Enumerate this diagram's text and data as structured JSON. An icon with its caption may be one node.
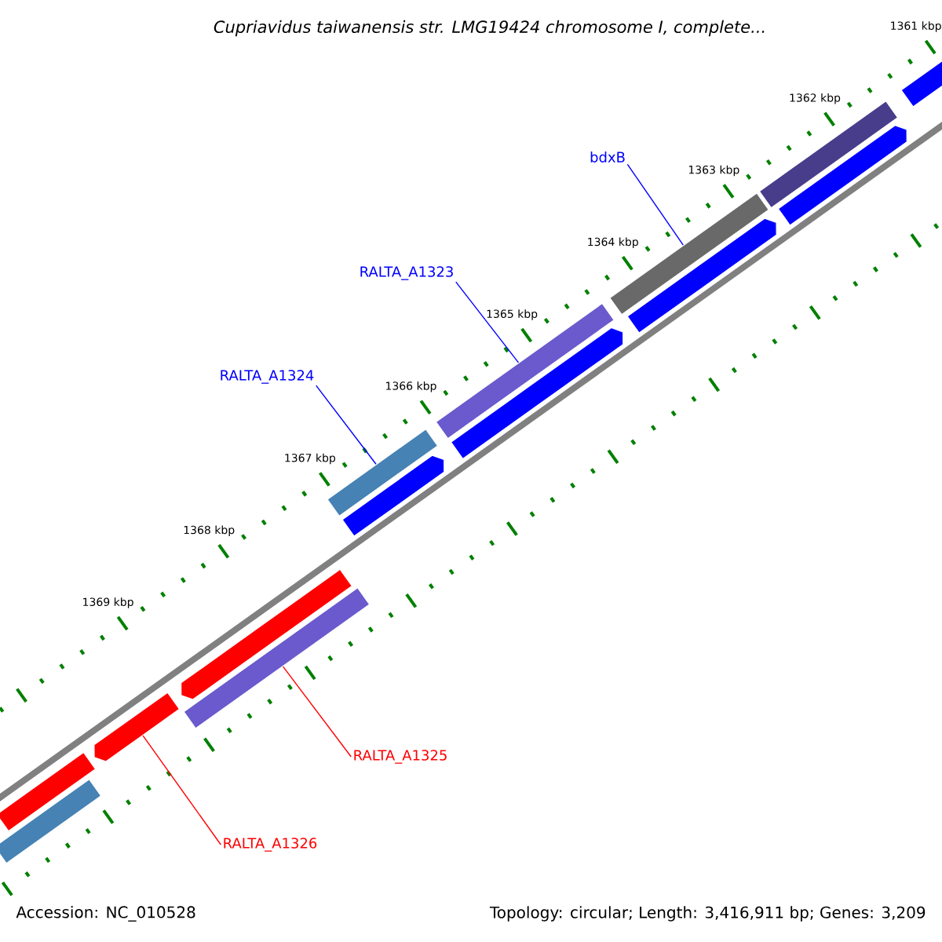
{
  "diagram": {
    "title": "Cupriavidus taiwanensis str. LMG19424 chromosome I, complete...",
    "nodes": [
      {
        "text": [
          "bdxB"
        ]
      },
      {
        "text": [
          "RALTA_A1323"
        ]
      },
      {
        "text": [
          "RALTA_A1324"
        ]
      },
      {
        "text": [
          "RALTA_A1325"
        ]
      },
      {
        "text": [
          "RALTA_A1326"
        ]
      },
      {
        "text": [],
        "shape": "bar"
      },
      {
        "text": [],
        "shape": "bar"
      },
      {
        "text": [],
        "shape": "bar"
      },
      {
        "text": [],
        "shape": "bar"
      },
      {
        "text": [],
        "shape": "bar"
      },
      {
        "text": [],
        "shape": "bar"
      },
      {
        "text": [],
        "shape": "bar"
      },
      {
        "text": [],
        "shape": "bar"
      },
      {
        "text": [],
        "shape": "bar"
      },
      {
        "text": [],
        "shape": "bar"
      },
      {
        "text": [],
        "shape": "bar"
      },
      {
        "text": [],
        "shape": "bar"
      },
      {
        "text": [],
        "shape": "bar"
      },
      {
        "text": [],
        "shape": "bar"
      }
    ],
    "edges": [
      {
        "from": 0,
        "to": 8,
        "arrow": "none"
      },
      {
        "from": 1,
        "to": 10,
        "arrow": "none"
      },
      {
        "from": 2,
        "to": 12,
        "arrow": "none"
      },
      {
        "from": 3,
        "to": 15,
        "arrow": "none",
        "color": "#ff0000"
      },
      {
        "from": 4,
        "to": 16,
        "arrow": "none",
        "color": "#ff0000"
      }
    ],
    "labels": [
      "1361 kbp",
      "1362 kbp",
      "1363 kbp",
      "1364 kbp",
      "1365 kbp",
      "1366 kbp",
      "1367 kbp",
      "1368 kbp",
      "1369 kbp",
      "Accession: NC_010528",
      "Topology: circular; Length: 3,416,911 bp; Genes: 3,209"
    ]
  }
}
